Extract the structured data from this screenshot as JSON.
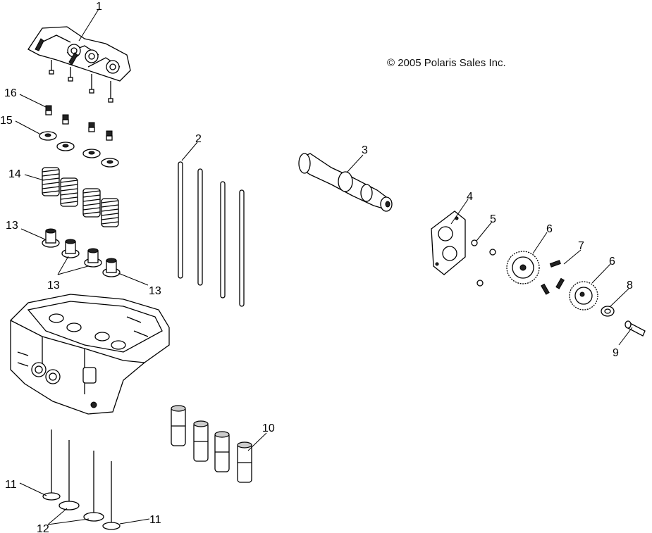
{
  "copyright": "© 2005 Polaris Sales Inc.",
  "callouts": {
    "c1": "1",
    "c2": "2",
    "c3": "3",
    "c4": "4",
    "c5": "5",
    "c6a": "6",
    "c6b": "6",
    "c7": "7",
    "c8": "8",
    "c9": "9",
    "c10": "10",
    "c11a": "11",
    "c11b": "11",
    "c12": "12",
    "c13a": "13",
    "c13b": "13",
    "c13c": "13",
    "c14": "14",
    "c15": "15",
    "c16": "16"
  }
}
